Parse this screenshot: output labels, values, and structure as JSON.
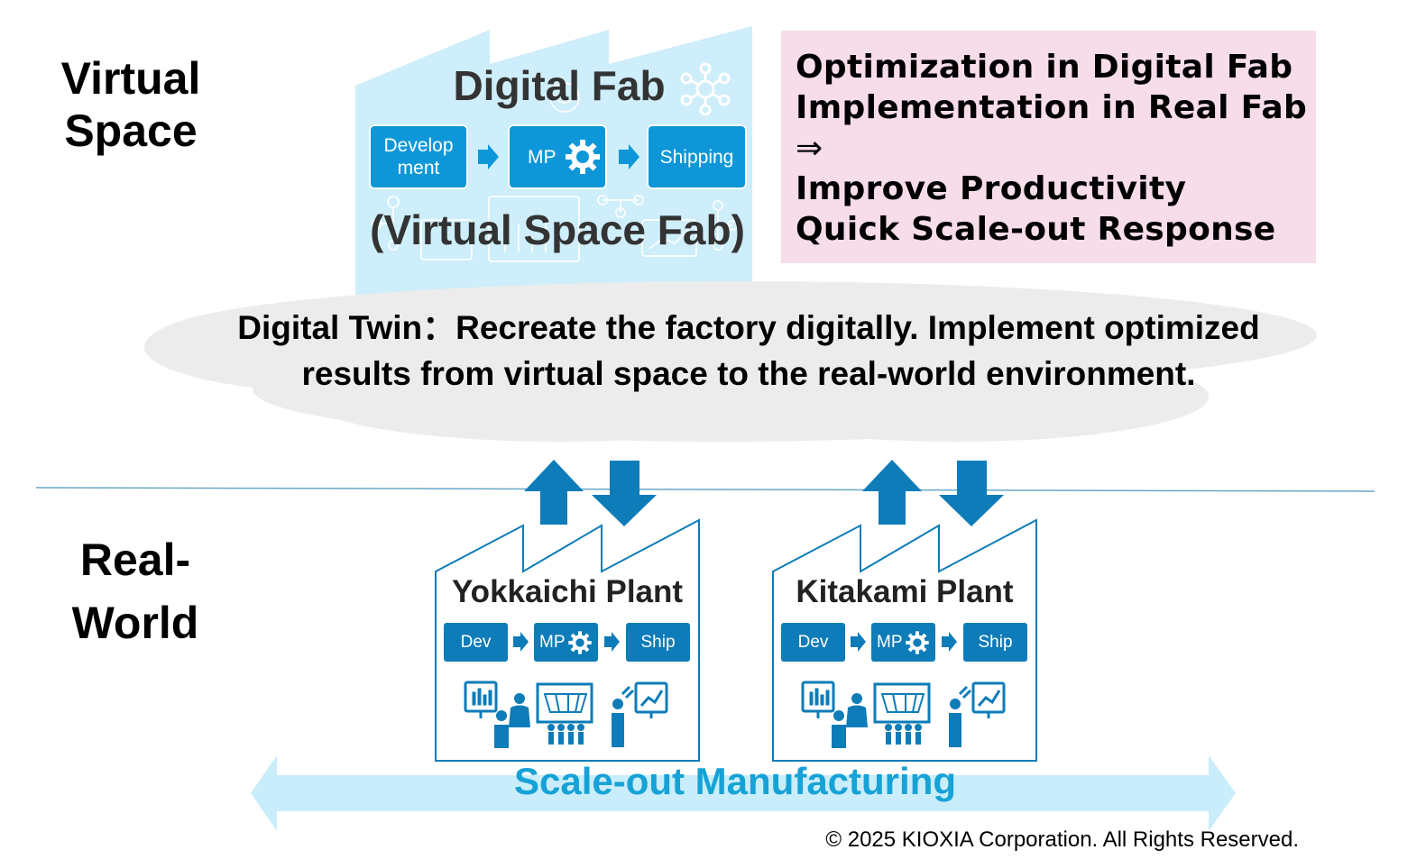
{
  "labels": {
    "virtual_space_line1": "Virtual",
    "virtual_space_line2": "Space",
    "real_world_line1": "Real-",
    "real_world_line2": "World"
  },
  "digital_fab": {
    "title": "Digital Fab",
    "subtitle": "(Virtual Space Fab)",
    "steps": [
      "Develop\nment",
      "MP",
      "Shipping"
    ]
  },
  "benefits": {
    "lines": [
      "Optimization in Digital Fab",
      "Implementation in Real Fab",
      "⇒",
      "Improve Productivity",
      "Quick Scale-out Response"
    ]
  },
  "digital_twin": {
    "line1": "Digital Twin：Recreate the factory digitally. Implement optimized",
    "line2": "results from virtual space to the real-world environment."
  },
  "plants": [
    {
      "name": "Yokkaichi Plant",
      "steps": [
        "Dev",
        "MP",
        "Ship"
      ]
    },
    {
      "name": "Kitakami Plant",
      "steps": [
        "Dev",
        "MP",
        "Ship"
      ]
    }
  ],
  "scale_out": "Scale-out Manufacturing",
  "copyright": "© 2025 KIOXIA Corporation. All Rights Reserved.",
  "colors": {
    "virtual_bg": "#cdeefa",
    "benefit_bg": "#f7dcea",
    "step_blue": "#0e97d8",
    "arrow_blue": "#0e7cb8",
    "scale_text": "#16a2d6",
    "scale_band": "#c9edfa",
    "cloud": "#ececec",
    "divider": "#6aa8c8"
  },
  "icons": [
    "network-icon",
    "gear-icon",
    "chart-monitor-icon",
    "worker-icon",
    "circuit-icon"
  ]
}
